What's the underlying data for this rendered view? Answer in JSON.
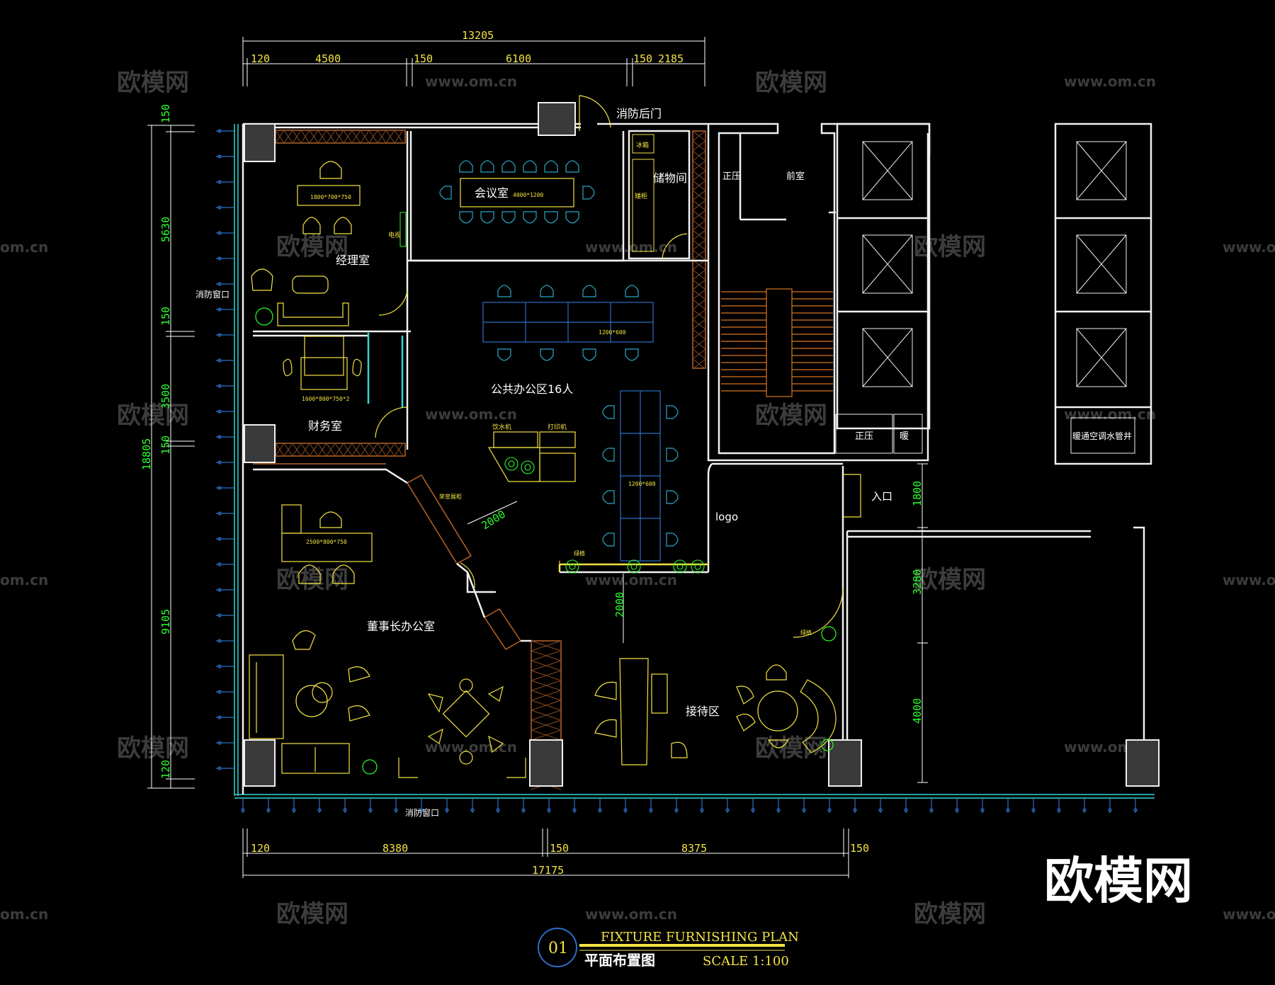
{
  "colors": {
    "background": "#000000",
    "wall": "#f0f0f0",
    "dimension": "#ffffff",
    "dimension_text": "#f5e342",
    "vertical_dim_text": "#2cff2c",
    "furniture": "#f5e342",
    "chair": "#2aa7c7",
    "desk": "#2a6fc7",
    "partition": "#b6652a",
    "stair": "#d9751f",
    "glass": "#35d6d6",
    "column": "#3a3a3a",
    "room_label": "#ffffff",
    "watermark": "#3a3a3a"
  },
  "dimensions": {
    "top_total": "13205",
    "top_segments": [
      "120",
      "4500",
      "150",
      "6100",
      "150",
      "2185"
    ],
    "bottom_total": "17175",
    "bottom_segments": [
      "120",
      "8380",
      "150",
      "8375",
      "150"
    ],
    "left_total": "18805",
    "left_segments": [
      "150",
      "5630",
      "150",
      "3500",
      "150",
      "9105",
      "120"
    ],
    "right_segments": [
      "1800",
      "3280",
      "4000"
    ],
    "inner_2000_a": "2000",
    "inner_2000_b": "2000"
  },
  "rooms": {
    "manager": "经理室",
    "meeting": "会议室",
    "storage": "储物间",
    "fire_door": "消防后门",
    "public_office": "公共办公区16人",
    "finance": "财务室",
    "chairman": "董事长办公室",
    "reception": "接待区",
    "front_room": "前室",
    "pressure_1": "正压",
    "pressure_2": "正压",
    "heating": "暖",
    "hvac_shaft": "暖通空调水管井",
    "entrance": "入口",
    "fire_window_left": "消防窗口",
    "fire_window_bottom": "消防窗口",
    "logo": "logo"
  },
  "labels": {
    "manager_desk": "1800*700*750",
    "meeting_table": "4000*1200",
    "office_desk_a": "1200*600",
    "office_desk_b": "1200*600",
    "finance_desk": "1600*800*750*2",
    "chairman_desk": "2500*800*750",
    "fridge": "冰箱",
    "cabinet": "矮柜",
    "tv": "电视",
    "water": "饮水机",
    "printer": "打印机",
    "honor_cabinet": "荣誉展柜",
    "plant_1": "绿植",
    "plant_2": "绿植"
  },
  "watermarks": {
    "brand": "欧模网",
    "url": "www.om.cn",
    "url_edge": "om.cn"
  },
  "title": {
    "number": "01",
    "english": "FIXTURE FURNISHING PLAN",
    "chinese": "平面布置图",
    "scale": "SCALE 1:100"
  },
  "logo": "欧模网"
}
